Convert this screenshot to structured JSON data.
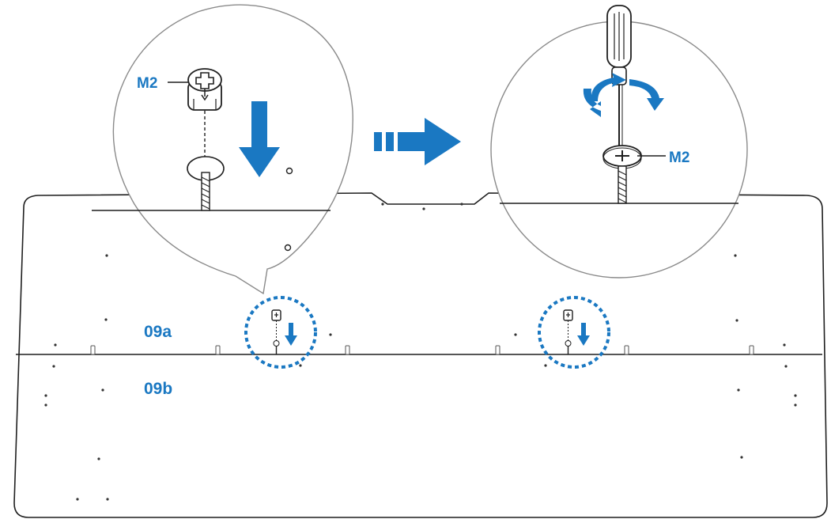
{
  "labels": {
    "fastener_left": "M2",
    "fastener_right": "M2",
    "panel_top": "09a",
    "panel_bottom": "09b"
  },
  "colors": {
    "accent": "#1a78c2",
    "line": "#1f1f1f",
    "background": "#ffffff"
  },
  "icons": {
    "step_arrow": "arrow-right-icon",
    "insert_arrow": "arrow-down-icon",
    "rotate": "rotate-icon",
    "tool": "screwdriver-icon"
  }
}
